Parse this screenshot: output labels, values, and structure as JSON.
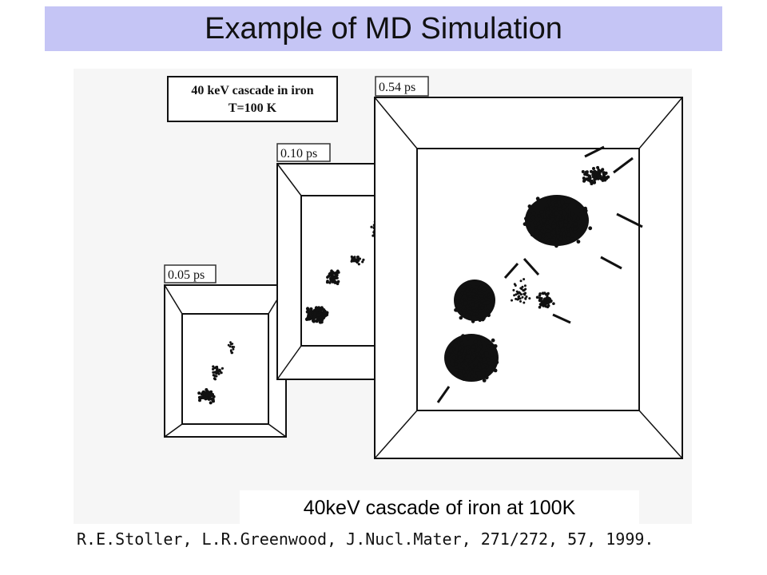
{
  "slide": {
    "title": "Example of MD Simulation",
    "caption": "40keV cascade of iron at 100K",
    "citation": "R.E.Stoller, L.R.Greenwood, J.Nucl.Mater, 271/272, 57, 1999."
  },
  "figure": {
    "legend_line1": "40 keV cascade in iron",
    "legend_line2": "T=100 K",
    "panels": [
      {
        "time_label": "0.05 ps"
      },
      {
        "time_label": "0.10 ps"
      },
      {
        "time_label": "0.54 ps"
      }
    ]
  },
  "colors": {
    "title_bar": "#c5c5f5",
    "ink": "#111111"
  }
}
